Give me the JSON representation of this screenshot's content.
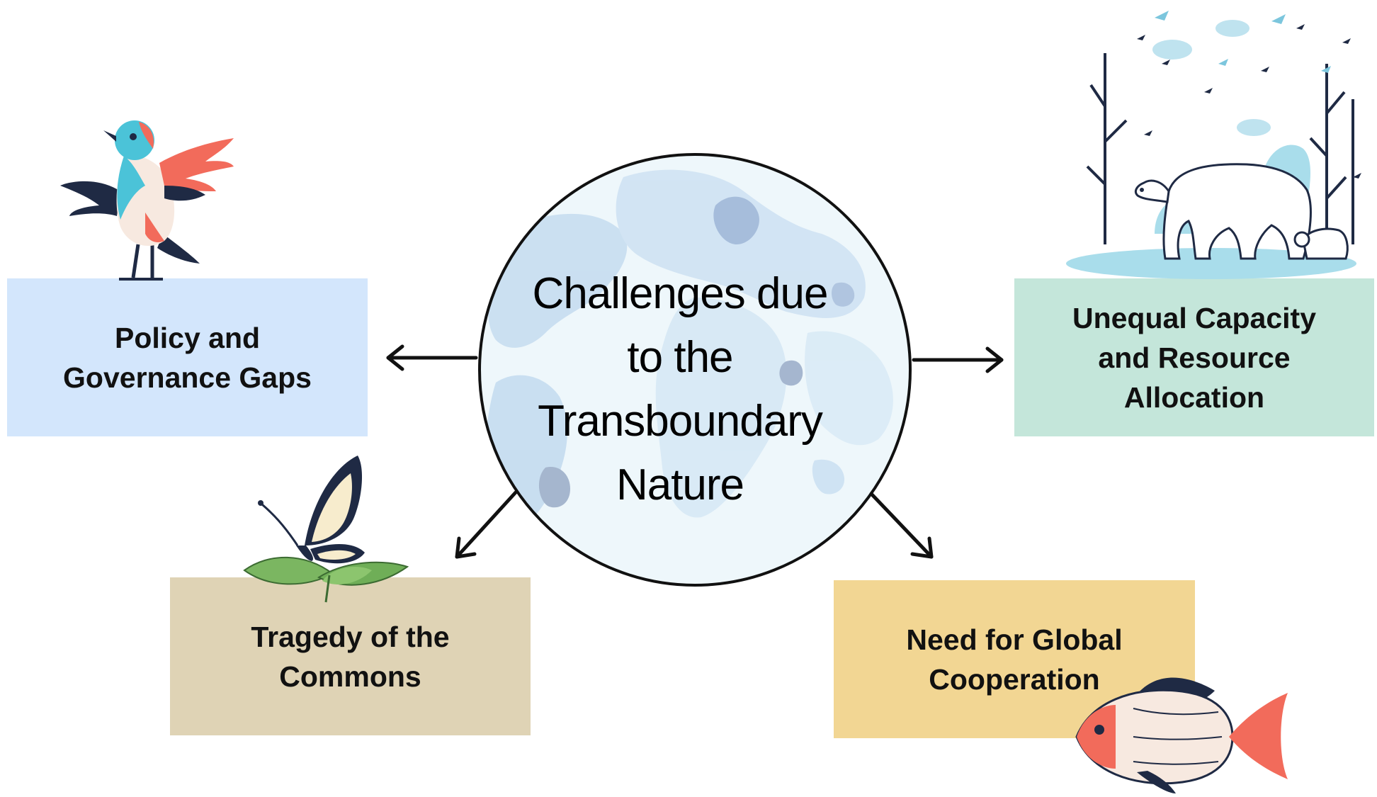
{
  "center": {
    "title": "Challenges due\nto the\nTransboundary\nNature"
  },
  "nodes": {
    "policy": {
      "label": "Policy and\nGovernance Gaps",
      "color": "#D3E6FC"
    },
    "unequal": {
      "label": "Unequal Capacity\nand Resource\nAllocation",
      "color": "#C4E6DA"
    },
    "tragedy": {
      "label": "Tragedy of the\nCommons",
      "color": "#DFD3B5"
    },
    "need": {
      "label": "Need for Global\nCooperation",
      "color": "#F2D693"
    }
  },
  "colors": {
    "arrow": "#111111",
    "globe_fill": "#E3F2F8",
    "globe_land": "#B9D3EC",
    "globe_outline": "#111111"
  },
  "icons": {
    "policy": "bird-icon",
    "unequal": "polar-bear-forest-icon",
    "tragedy": "butterfly-icon",
    "need": "fish-icon",
    "center": "globe-icon"
  }
}
